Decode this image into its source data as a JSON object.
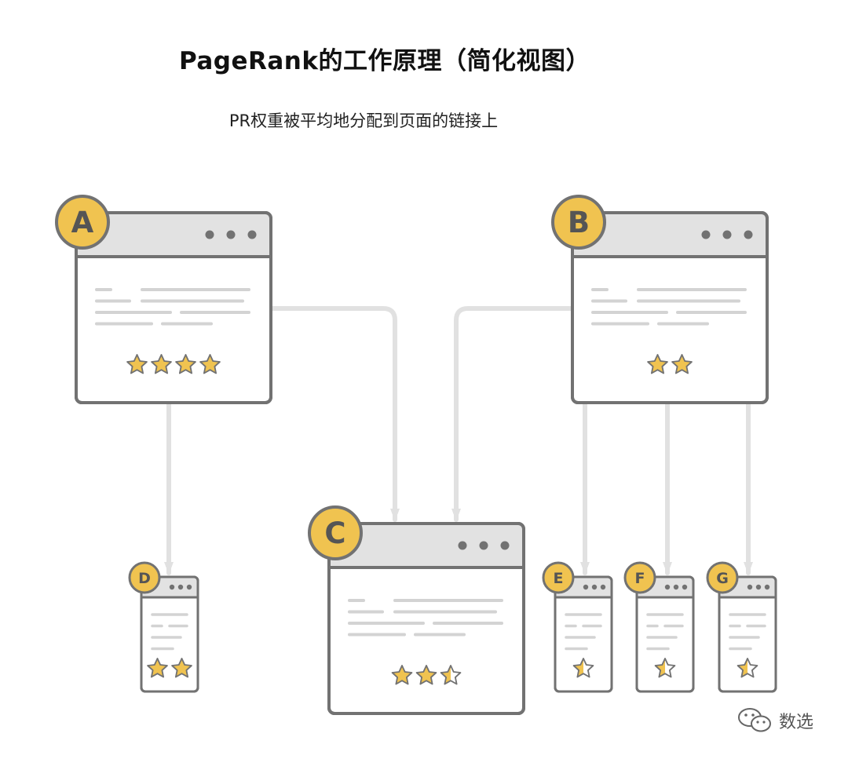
{
  "title": "PageRank的工作原理（简化视图）",
  "subtitle": "PR权重被平均地分配到页面的链接上",
  "pages": [
    {
      "id": "A",
      "label": "A",
      "stars": 4
    },
    {
      "id": "B",
      "label": "B",
      "stars": 2
    },
    {
      "id": "C",
      "label": "C",
      "stars": 2.5
    },
    {
      "id": "D",
      "label": "D",
      "stars": 2
    },
    {
      "id": "E",
      "label": "E",
      "stars": 0.5
    },
    {
      "id": "F",
      "label": "F",
      "stars": 0.5
    },
    {
      "id": "G",
      "label": "G",
      "stars": 0.5
    }
  ],
  "links": [
    {
      "from": "A",
      "to": "D"
    },
    {
      "from": "A",
      "to": "C"
    },
    {
      "from": "B",
      "to": "C"
    },
    {
      "from": "B",
      "to": "E"
    },
    {
      "from": "B",
      "to": "F"
    },
    {
      "from": "B",
      "to": "G"
    }
  ],
  "watermark": {
    "text": "数选",
    "icon": "wechat-icon"
  },
  "colors": {
    "outline": "#727272",
    "header": "#e2e2e2",
    "badge": "#f0c350",
    "star": "#f0c350",
    "text_line": "#d3d3d3",
    "connector": "#e1e1e1"
  }
}
